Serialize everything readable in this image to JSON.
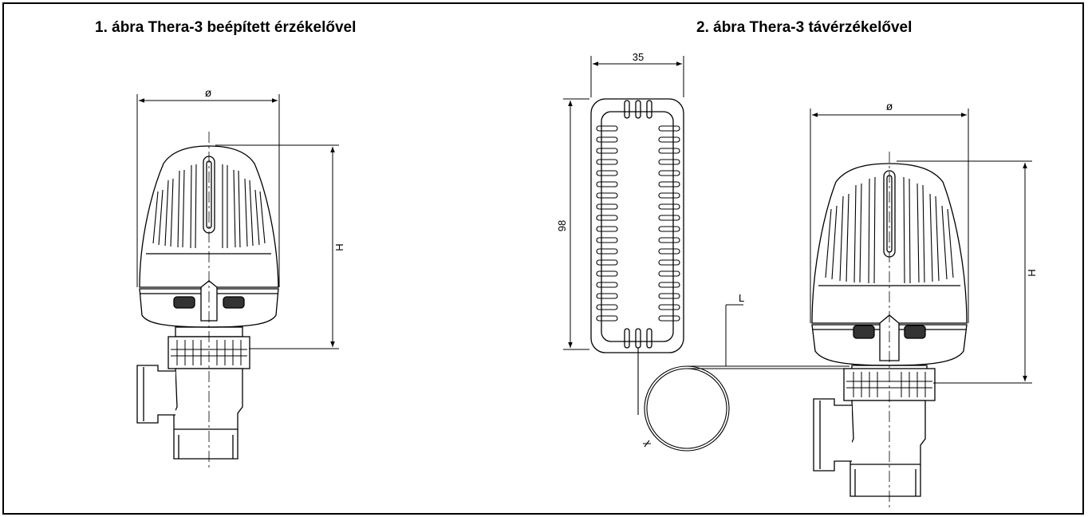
{
  "figure1": {
    "title": "1. ábra Thera-3 beépített érzékelővel",
    "dim_diameter": "ø",
    "dim_height": "H"
  },
  "figure2": {
    "title": "2. ábra Thera-3 távérzékelővel",
    "sensor_width": "35",
    "sensor_height": "98",
    "capillary_label": "L",
    "dim_diameter": "ø",
    "dim_height": "H"
  }
}
